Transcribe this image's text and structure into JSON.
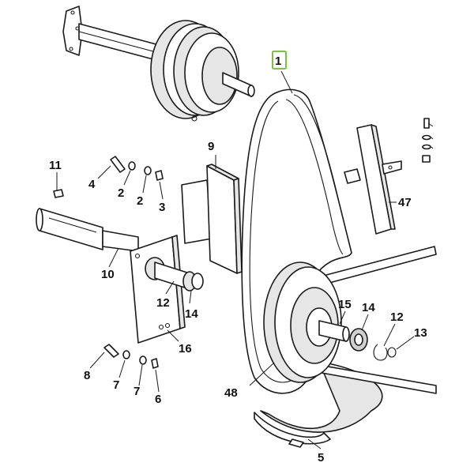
{
  "highlight_color": "#7cc242",
  "callouts": {
    "c1": "1",
    "c2a": "2",
    "c2b": "2",
    "c3": "3",
    "c4": "4",
    "c5": "5",
    "c6": "6",
    "c7a": "7",
    "c7b": "7",
    "c8": "8",
    "c9": "9",
    "c10": "10",
    "c11": "11",
    "c12a": "12",
    "c12b": "12",
    "c13": "13",
    "c14a": "14",
    "c14b": "14",
    "c15": "15",
    "c16": "16",
    "c47": "47",
    "c48": "48"
  }
}
